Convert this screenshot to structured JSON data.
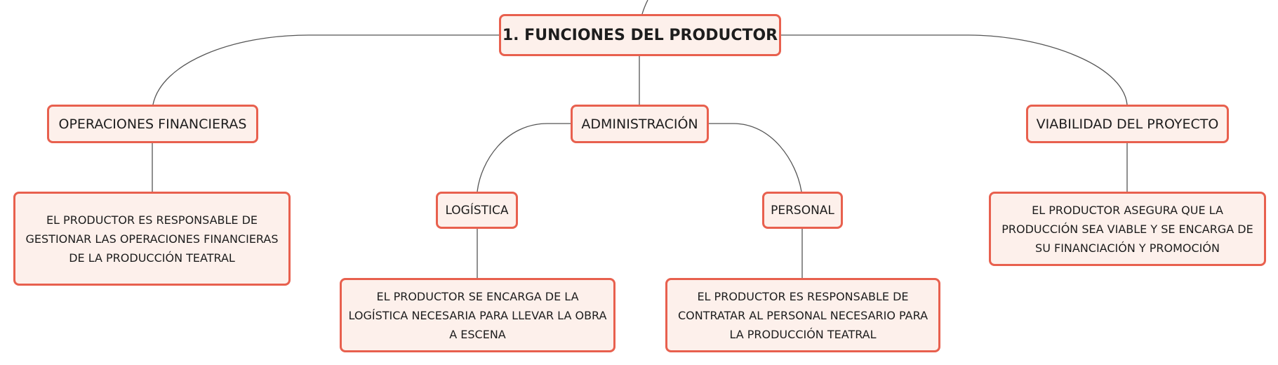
{
  "root": {
    "label": "1. FUNCIONES DEL PRODUCTOR"
  },
  "branches": {
    "financieras": {
      "label": "OPERACIONES FINANCIERAS",
      "description": "EL PRODUCTOR ES RESPONSABLE DE GESTIONAR LAS OPERACIONES FINANCIERAS DE LA PRODUCCIÓN TEATRAL"
    },
    "administracion": {
      "label": "ADMINISTRACIÓN",
      "children": {
        "logistica": {
          "label": "LOGÍSTICA",
          "description": "EL PRODUCTOR SE ENCARGA DE LA LOGÍSTICA NECESARIA PARA LLEVAR LA OBRA A ESCENA"
        },
        "personal": {
          "label": "PERSONAL",
          "description": "EL PRODUCTOR ES RESPONSABLE DE CONTRATAR AL PERSONAL NECESARIO PARA LA PRODUCCIÓN TEATRAL"
        }
      }
    },
    "viabilidad": {
      "label": "VIABILIDAD DEL PROYECTO",
      "description": "EL PRODUCTOR ASEGURA QUE LA PRODUCCIÓN SEA VIABLE Y SE ENCARGA DE SU FINANCIACIÓN Y PROMOCIÓN"
    }
  },
  "colors": {
    "node_border": "#e8604e",
    "node_fill": "#fdf0eb",
    "connector": "#555555",
    "text": "#1d1d1d"
  }
}
